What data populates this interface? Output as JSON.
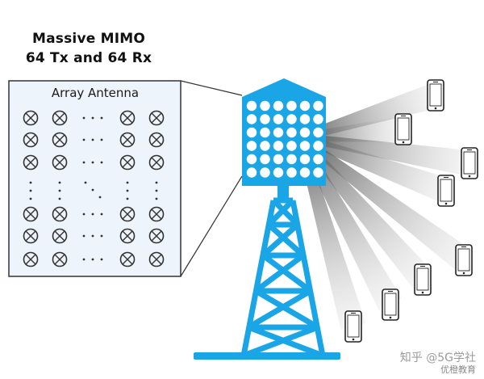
{
  "title": {
    "line1": "Massive MIMO",
    "line2": "64 Tx and 64 Rx"
  },
  "array_label": "Array Antenna",
  "watermark": {
    "text": "知乎 @5G学社",
    "subtext": "优橙教育"
  },
  "colors": {
    "tower_blue": "#1aa6e6",
    "panel_bg": "#eef4fb",
    "element_stroke": "#333333",
    "phone_stroke": "#222222"
  },
  "icons": {
    "antenna_element": "circle-x-icon",
    "user_device": "smartphone-icon"
  }
}
